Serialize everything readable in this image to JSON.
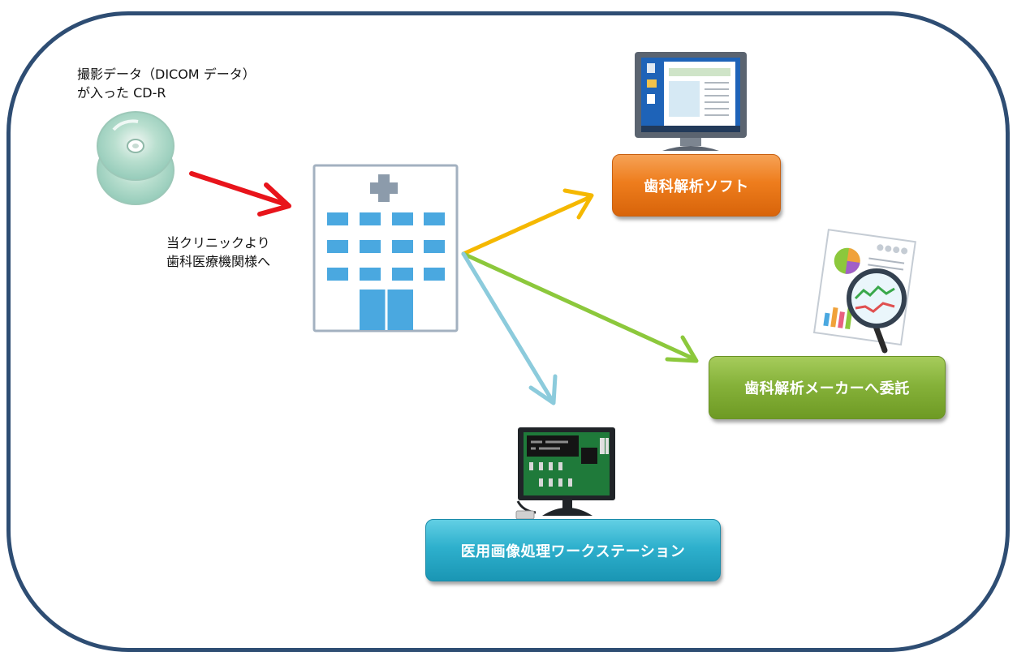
{
  "cdr_label": {
    "line1": "撮影データ（DICOM データ）",
    "line2": "が入った CD-R"
  },
  "clinic_label": {
    "line1": "当クリニックより",
    "line2": "歯科医療機関様へ"
  },
  "destinations": {
    "software": "歯科解析ソフト",
    "maker": "歯科解析メーカーへ委託",
    "workstation": "医用画像処理ワークステーション"
  },
  "colors": {
    "frame": "#2e4d73",
    "arrow_red": "#e8141b",
    "arrow_yellow": "#f5b800",
    "arrow_green": "#8cc83c",
    "arrow_lightblue": "#8ccbdc",
    "software": "#ee7d1d",
    "maker": "#86b23a",
    "workstation": "#2eb0cd",
    "hospital_window": "#4aa8e0"
  },
  "icons": [
    "cd-disc-icon",
    "hospital-icon",
    "desktop-monitor-icon",
    "report-magnifier-icon",
    "workstation-monitor-icon"
  ]
}
